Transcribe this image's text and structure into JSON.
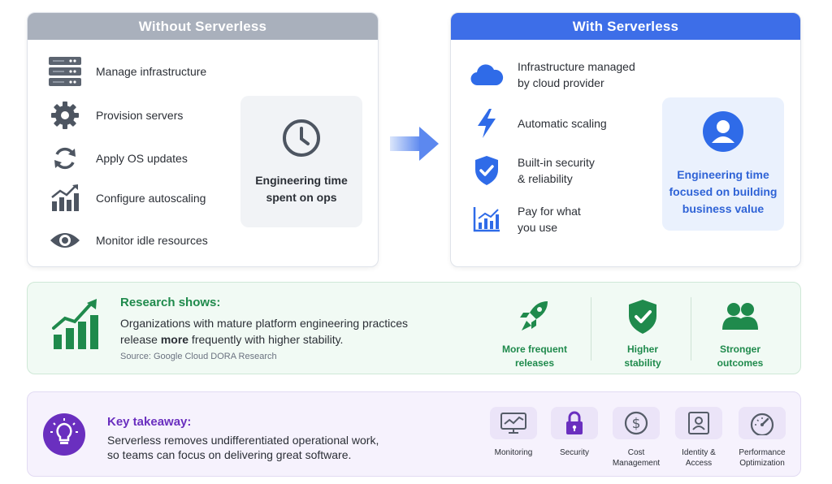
{
  "without": {
    "title": "Without Serverless",
    "items": [
      {
        "label": "Manage infrastructure",
        "icon": "server-rack-icon"
      },
      {
        "label": "Provision servers",
        "icon": "gear-icon"
      },
      {
        "label": "Apply OS updates",
        "icon": "refresh-icon"
      },
      {
        "label": "Configure autoscaling",
        "icon": "bar-chart-up-icon"
      },
      {
        "label": "Monitor idle resources",
        "icon": "eye-icon"
      }
    ],
    "card_line1": "Engineering time",
    "card_line2": "spent on ops"
  },
  "with": {
    "title": "With Serverless",
    "items": [
      {
        "line1": "Infrastructure managed",
        "line2": "by cloud provider",
        "icon": "cloud-icon"
      },
      {
        "line1": "Automatic scaling",
        "line2": "",
        "icon": "lightning-icon"
      },
      {
        "line1": "Built-in security",
        "line2": "& reliability",
        "icon": "shield-check-icon"
      },
      {
        "line1": "Pay for what",
        "line2": "you use",
        "icon": "chart-icon"
      }
    ],
    "card_line1": "Engineering time",
    "card_line2": "focused on building",
    "card_line3": "business value"
  },
  "research": {
    "title": "Research shows:",
    "text_before": "Organizations with mature platform engineering practices release ",
    "text_bold": "more",
    "text_after": " frequently with higher stability.",
    "source": "Source: Google Cloud DORA Research",
    "stats": [
      {
        "line1": "More frequent",
        "line2": "releases",
        "icon": "rocket-icon"
      },
      {
        "line1": "Higher",
        "line2": "stability",
        "icon": "shield-check-icon"
      },
      {
        "line1": "Stronger",
        "line2": "outcomes",
        "icon": "people-icon"
      }
    ]
  },
  "takeaway": {
    "title": "Key takeaway:",
    "line1": "Serverless removes undifferentiated operational work,",
    "line2": "so teams can focus on delivering great software.",
    "tools": [
      {
        "line1": "Monitoring",
        "line2": "",
        "icon": "monitor-icon"
      },
      {
        "line1": "Security",
        "line2": "",
        "icon": "lock-icon"
      },
      {
        "line1": "Cost",
        "line2": "Management",
        "icon": "dollar-icon"
      },
      {
        "line1": "Identity &",
        "line2": "Access",
        "icon": "id-badge-icon"
      },
      {
        "line1": "Performance",
        "line2": "Optimization",
        "icon": "gauge-icon"
      }
    ]
  },
  "colors": {
    "gray_header": "#a9b0bc",
    "blue_header": "#3d6ee8",
    "green": "#1f8a4c",
    "purple": "#6a2fbf"
  }
}
